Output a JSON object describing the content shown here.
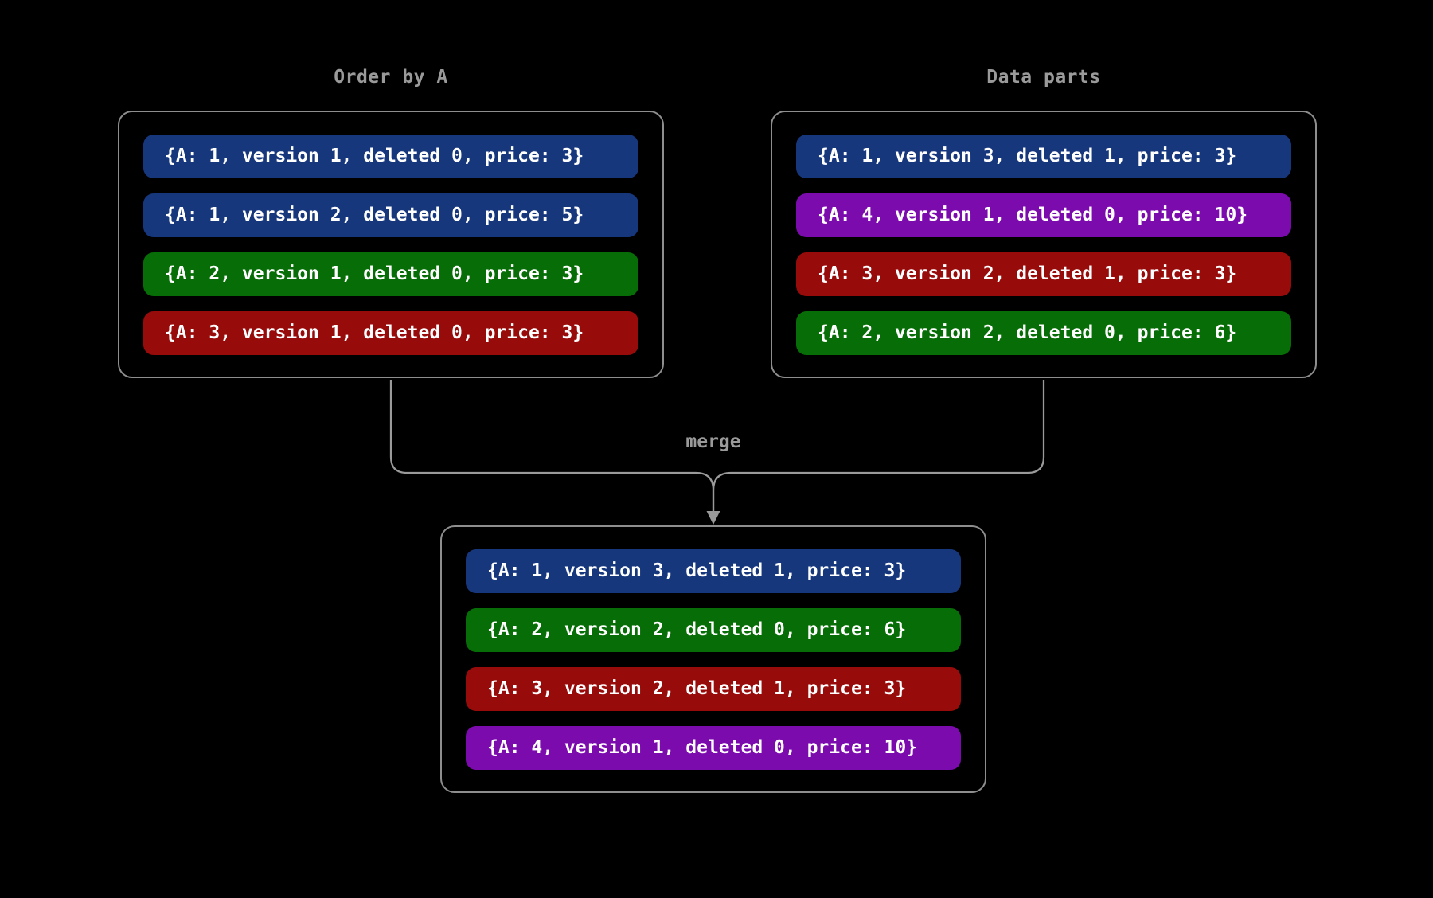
{
  "diagram": {
    "background": "#000000",
    "colors": {
      "blue": "#17377d",
      "green": "#076d07",
      "red": "#970b0b",
      "purple": "#7c0bae",
      "box_border": "#8e8e8e",
      "label_text": "#9a9a9a",
      "row_text": "#ffffff",
      "connector": "#9a9a9a"
    },
    "labels": {
      "merge": "merge"
    },
    "boxes": {
      "order_by_a": {
        "title": "Order by A",
        "rows": [
          {
            "text": "{A: 1, version 1, deleted 0, price: 3}",
            "color_name": "blue",
            "color": "#17377d"
          },
          {
            "text": "{A: 1, version 2, deleted 0, price: 5}",
            "color_name": "blue",
            "color": "#17377d"
          },
          {
            "text": "{A: 2, version 1, deleted 0, price: 3}",
            "color_name": "green",
            "color": "#076d07"
          },
          {
            "text": "{A: 3, version 1, deleted 0, price: 3}",
            "color_name": "red",
            "color": "#970b0b"
          }
        ]
      },
      "data_parts": {
        "title": "Data parts",
        "rows": [
          {
            "text": "{A: 1, version 3, deleted 1, price: 3}",
            "color_name": "blue",
            "color": "#17377d"
          },
          {
            "text": "{A: 4, version 1, deleted 0, price: 10}",
            "color_name": "purple",
            "color": "#7c0bae"
          },
          {
            "text": "{A: 3, version 2, deleted 1, price: 3}",
            "color_name": "red",
            "color": "#970b0b"
          },
          {
            "text": "{A: 2, version 2, deleted 0, price: 6}",
            "color_name": "green",
            "color": "#076d07"
          }
        ]
      },
      "merged": {
        "rows": [
          {
            "text": "{A: 1, version 3, deleted 1, price: 3}",
            "color_name": "blue",
            "color": "#17377d"
          },
          {
            "text": "{A: 2, version 2, deleted 0, price: 6}",
            "color_name": "green",
            "color": "#076d07"
          },
          {
            "text": "{A: 3, version 2, deleted 1, price: 3}",
            "color_name": "red",
            "color": "#970b0b"
          },
          {
            "text": "{A: 4, version 1, deleted 0, price: 10}",
            "color_name": "purple",
            "color": "#7c0bae"
          }
        ]
      }
    }
  }
}
